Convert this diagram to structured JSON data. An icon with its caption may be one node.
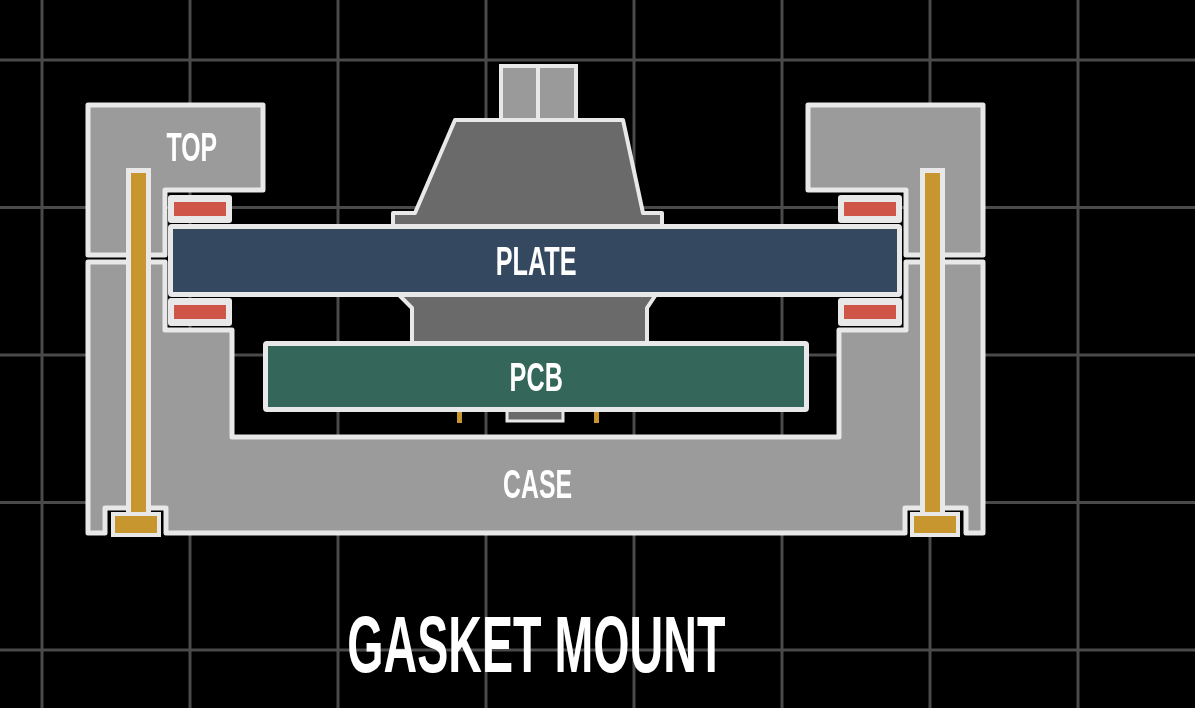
{
  "diagram": {
    "title": "GASKET MOUNT",
    "nodes": [
      {
        "text": [
          "TOP"
        ]
      },
      {
        "text": [],
        "shape": "box"
      },
      {
        "text": [
          "PLATE"
        ]
      },
      {
        "text": [
          "PCB"
        ]
      },
      {
        "text": [
          "CASE"
        ]
      }
    ]
  }
}
